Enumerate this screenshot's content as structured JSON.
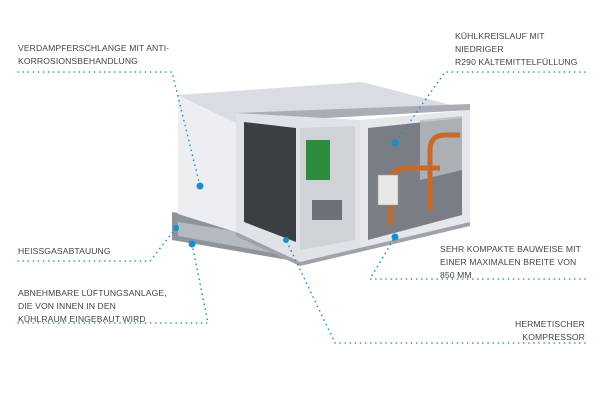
{
  "callouts": [
    {
      "id": "evaporator",
      "lines": [
        "VERDAMPFERSCHLANGE MIT ANTI-",
        "KORROSIONSBEHANDLUNG"
      ]
    },
    {
      "id": "refrigerant",
      "lines": [
        "KÜHLKREISLAUF MIT",
        "NIEDRIGER",
        "R290 KÄLTEMITTELFÜLLUNG"
      ]
    },
    {
      "id": "defrost",
      "lines": [
        "HEISSGASABTAUUNG"
      ]
    },
    {
      "id": "compact",
      "lines": [
        "SEHR KOMPAKTE BAUWEISE MIT",
        "EINER MAXIMALEN BREITE VON",
        "850 MM"
      ]
    },
    {
      "id": "ventilation",
      "lines": [
        "ABNEHMBARE LÜFTUNGSANLAGE,",
        "DIE VON INNEN IN DEN",
        "KÜHLRAUM EINGEBAUT WIRD"
      ]
    },
    {
      "id": "compressor",
      "lines": [
        "HERMETISCHER",
        "KOMPRESSOR"
      ]
    }
  ],
  "colors": {
    "accent": "#1a8fc9",
    "text": "#444444"
  }
}
